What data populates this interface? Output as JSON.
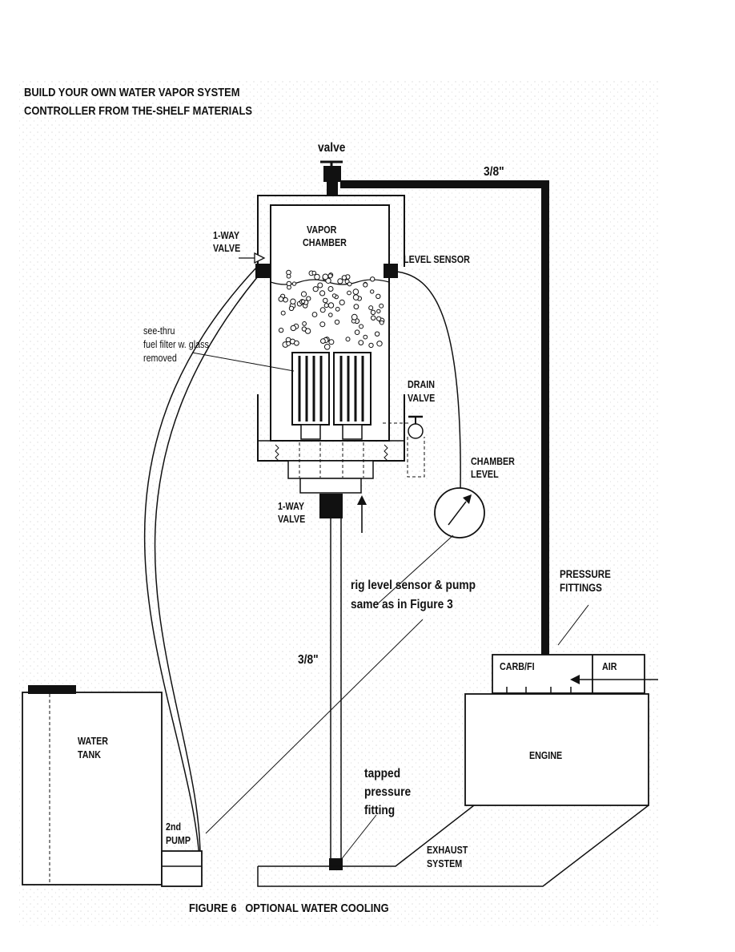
{
  "title": {
    "line1": "BUILD YOUR OWN WATER VAPOR SYSTEM",
    "line2": "CONTROLLER FROM THE-SHELF MATERIALS"
  },
  "labels": {
    "valve_top": "valve",
    "pipe_size_top": "3/8\"",
    "one_way_valve_left_1": "1-WAY",
    "one_way_valve_left_2": "VALVE",
    "vapor_chamber_1": "VAPOR",
    "vapor_chamber_2": "CHAMBER",
    "level_sensor": "LEVEL SENSOR",
    "filter_1": "see-thru",
    "filter_2": "fuel filter w. glass",
    "filter_3": "removed",
    "drain_valve_1": "DRAIN",
    "drain_valve_2": "VALVE",
    "chamber_level_1": "CHAMBER",
    "chamber_level_2": "LEVEL",
    "one_way_valve_bottom_1": "1-WAY",
    "one_way_valve_bottom_2": "VALVE",
    "rig_note_1": "rig level sensor & pump",
    "rig_note_2": "same as in Figure 3",
    "pressure_fittings_1": "PRESSURE",
    "pressure_fittings_2": "FITTINGS",
    "pipe_size_mid": "3/8\"",
    "carb": "CARB/FI",
    "air": "AIR",
    "water_tank_1": "WATER",
    "water_tank_2": "TANK",
    "engine": "ENGINE",
    "tapped_1": "tapped",
    "tapped_2": "pressure",
    "tapped_3": "fitting",
    "pump_1": "2nd",
    "pump_2": "PUMP",
    "exhaust_1": "EXHAUST",
    "exhaust_2": "SYSTEM"
  },
  "caption": "FIGURE 6   OPTIONAL WATER COOLING"
}
